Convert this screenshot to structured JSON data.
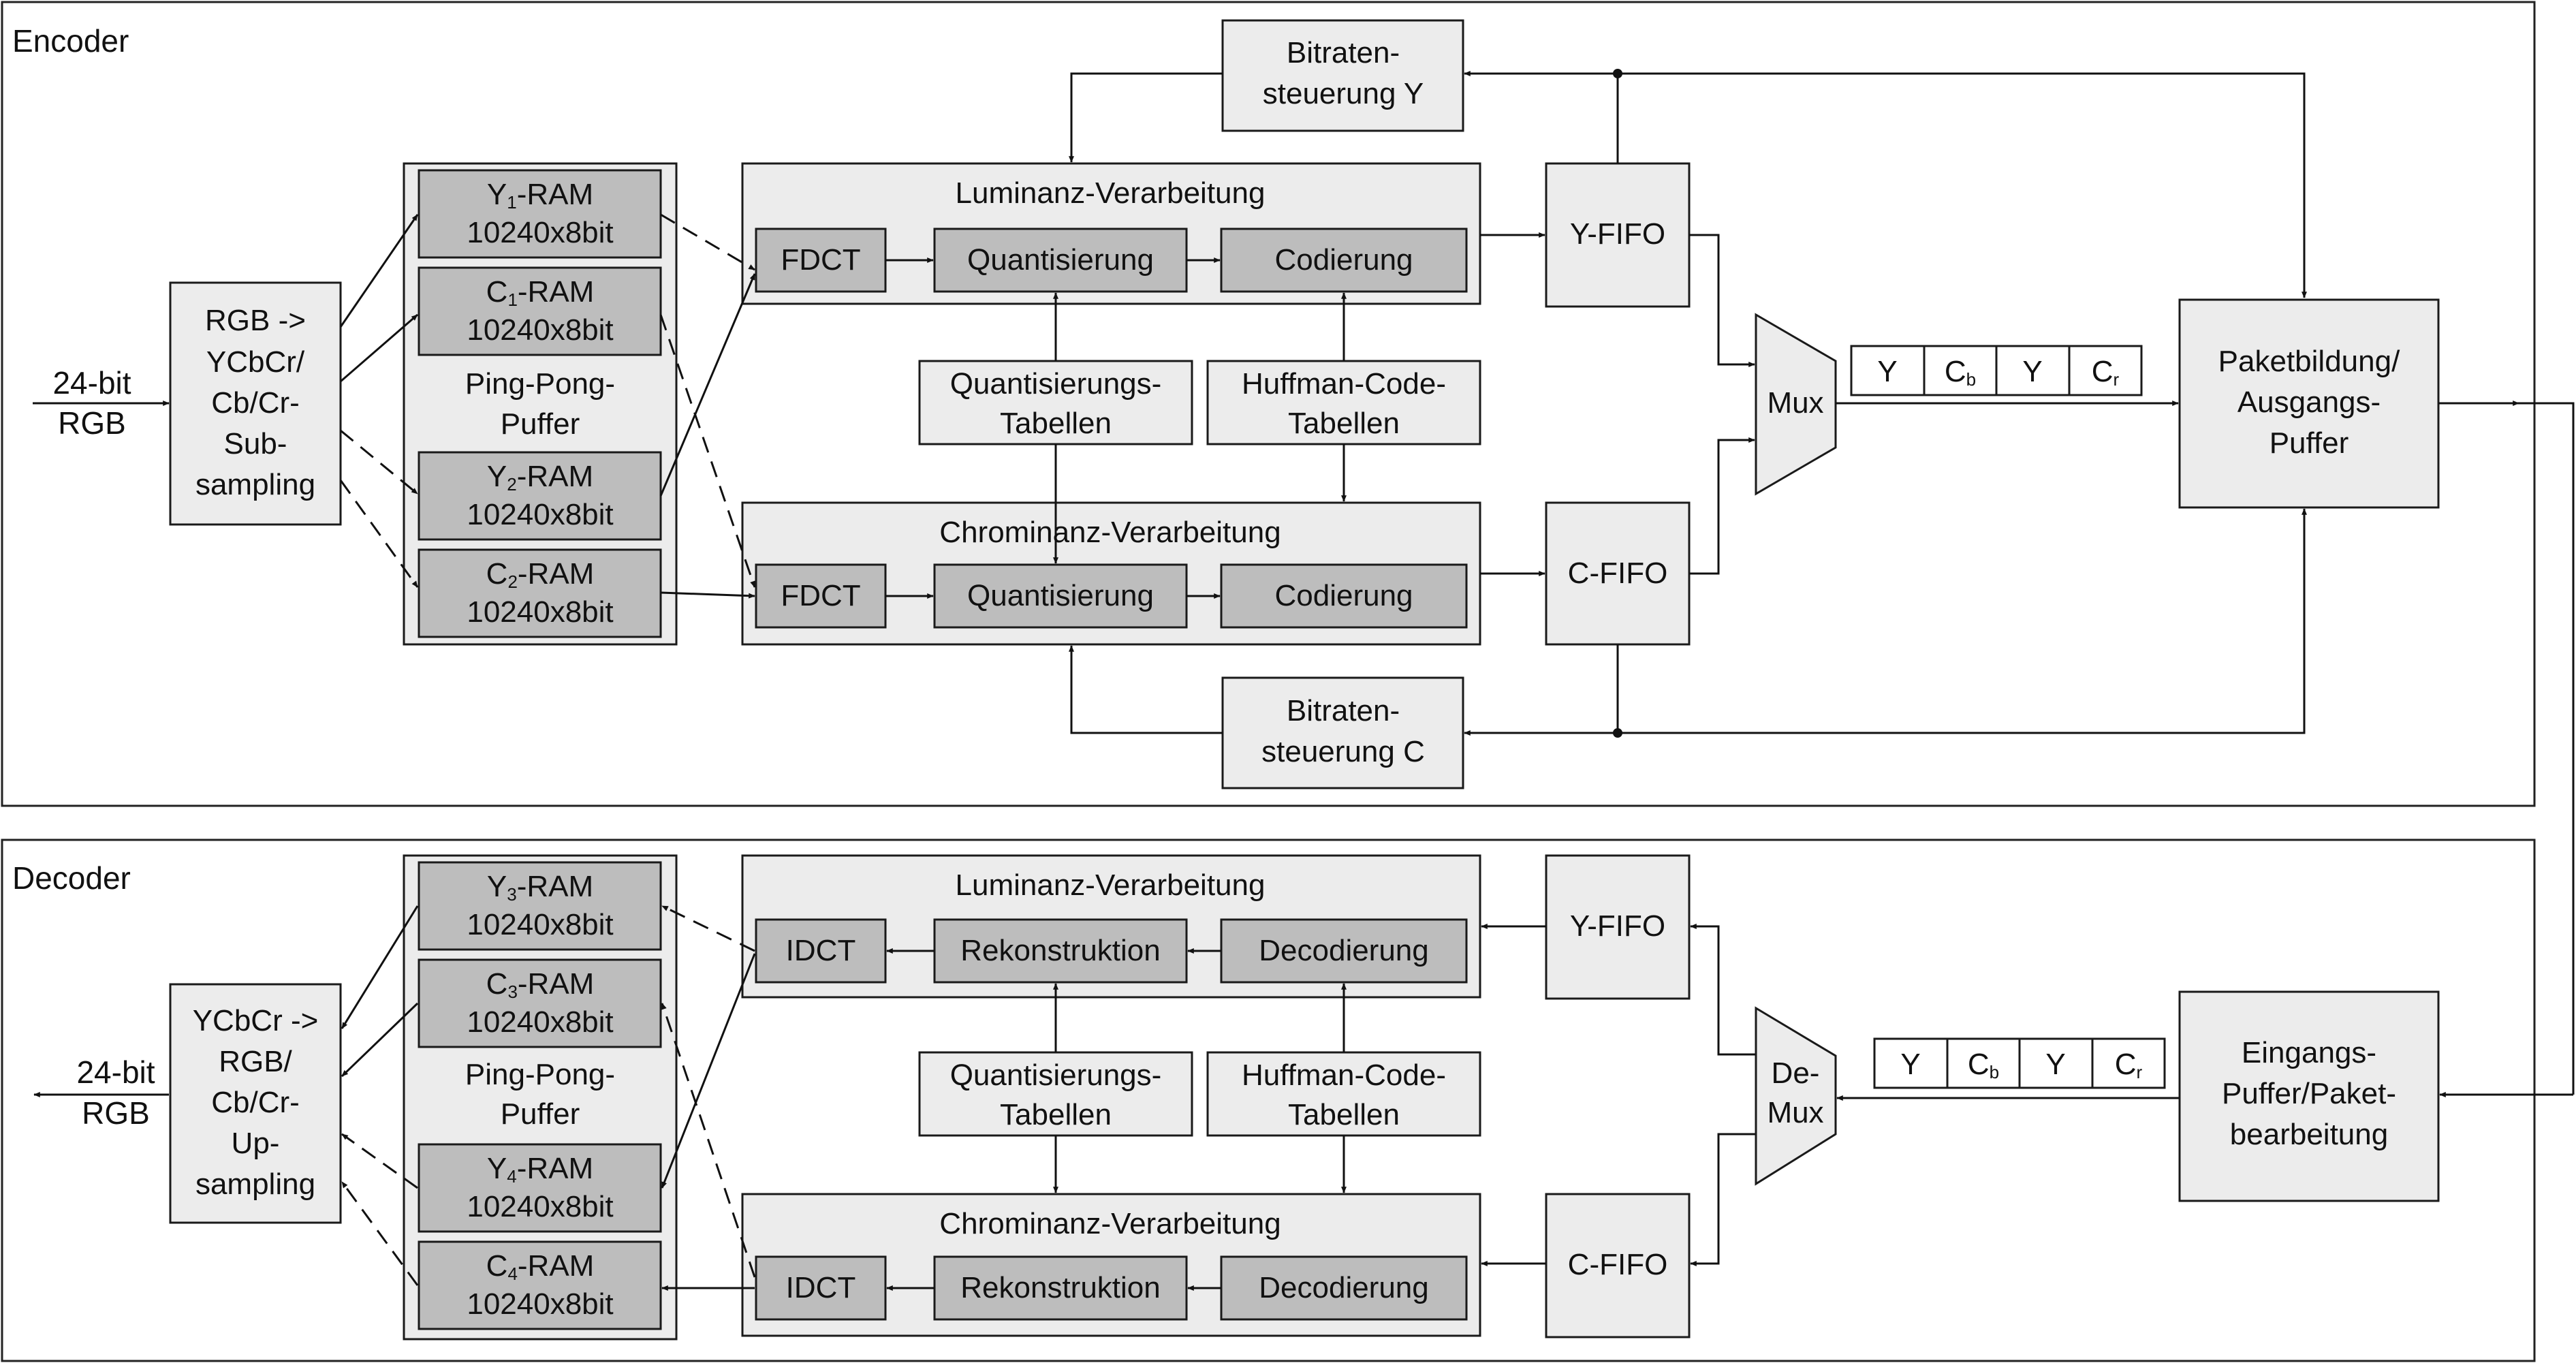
{
  "encoder": {
    "title": "Encoder",
    "input": {
      "bits": "24-bit",
      "format": "RGB"
    },
    "converter": [
      "RGB ->",
      "YCbCr/",
      "Cb/Cr-",
      "Sub-",
      "sampling"
    ],
    "buffer": {
      "label": [
        "Ping-Pong-",
        "Puffer"
      ],
      "rams": [
        {
          "ch": "Y",
          "sub": "1",
          "suffix": "-RAM",
          "size": "10240x8bit"
        },
        {
          "ch": "C",
          "sub": "1",
          "suffix": "-RAM",
          "size": "10240x8bit"
        },
        {
          "ch": "Y",
          "sub": "2",
          "suffix": "-RAM",
          "size": "10240x8bit"
        },
        {
          "ch": "C",
          "sub": "2",
          "suffix": "-RAM",
          "size": "10240x8bit"
        }
      ]
    },
    "luma": {
      "title": "Luminanz-Verarbeitung",
      "stages": [
        "FDCT",
        "Quantisierung",
        "Codierung"
      ]
    },
    "chroma": {
      "title": "Chrominanz-Verarbeitung",
      "stages": [
        "FDCT",
        "Quantisierung",
        "Codierung"
      ]
    },
    "quant_tables": [
      "Quantisierungs-",
      "Tabellen"
    ],
    "huffman_tables": [
      "Huffman-Code-",
      "Tabellen"
    ],
    "rate_y": [
      "Bitraten-",
      "steuerung Y"
    ],
    "rate_c": [
      "Bitraten-",
      "steuerung C"
    ],
    "y_fifo": "Y-FIFO",
    "c_fifo": "C-FIFO",
    "mux": "Mux",
    "stream": [
      {
        "ch": "Y",
        "sub": ""
      },
      {
        "ch": "C",
        "sub": "b"
      },
      {
        "ch": "Y",
        "sub": ""
      },
      {
        "ch": "C",
        "sub": "r"
      }
    ],
    "packet": [
      "Paketbildung/",
      "Ausgangs-",
      "Puffer"
    ]
  },
  "decoder": {
    "title": "Decoder",
    "output": {
      "bits": "24-bit",
      "format": "RGB"
    },
    "converter": [
      "YCbCr ->",
      "RGB/",
      "Cb/Cr-",
      "Up-",
      "sampling"
    ],
    "buffer": {
      "label": [
        "Ping-Pong-",
        "Puffer"
      ],
      "rams": [
        {
          "ch": "Y",
          "sub": "3",
          "suffix": "-RAM",
          "size": "10240x8bit"
        },
        {
          "ch": "C",
          "sub": "3",
          "suffix": "-RAM",
          "size": "10240x8bit"
        },
        {
          "ch": "Y",
          "sub": "4",
          "suffix": "-RAM",
          "size": "10240x8bit"
        },
        {
          "ch": "C",
          "sub": "4",
          "suffix": "-RAM",
          "size": "10240x8bit"
        }
      ]
    },
    "luma": {
      "title": "Luminanz-Verarbeitung",
      "stages": [
        "IDCT",
        "Rekonstruktion",
        "Decodierung"
      ]
    },
    "chroma": {
      "title": "Chrominanz-Verarbeitung",
      "stages": [
        "IDCT",
        "Rekonstruktion",
        "Decodierung"
      ]
    },
    "quant_tables": [
      "Quantisierungs-",
      "Tabellen"
    ],
    "huffman_tables": [
      "Huffman-Code-",
      "Tabellen"
    ],
    "y_fifo": "Y-FIFO",
    "c_fifo": "C-FIFO",
    "demux": [
      "De-",
      "Mux"
    ],
    "stream": [
      {
        "ch": "Y",
        "sub": ""
      },
      {
        "ch": "C",
        "sub": "b"
      },
      {
        "ch": "Y",
        "sub": ""
      },
      {
        "ch": "C",
        "sub": "r"
      }
    ],
    "packet": [
      "Eingangs-",
      "Puffer/Paket-",
      "bearbeitung"
    ]
  }
}
